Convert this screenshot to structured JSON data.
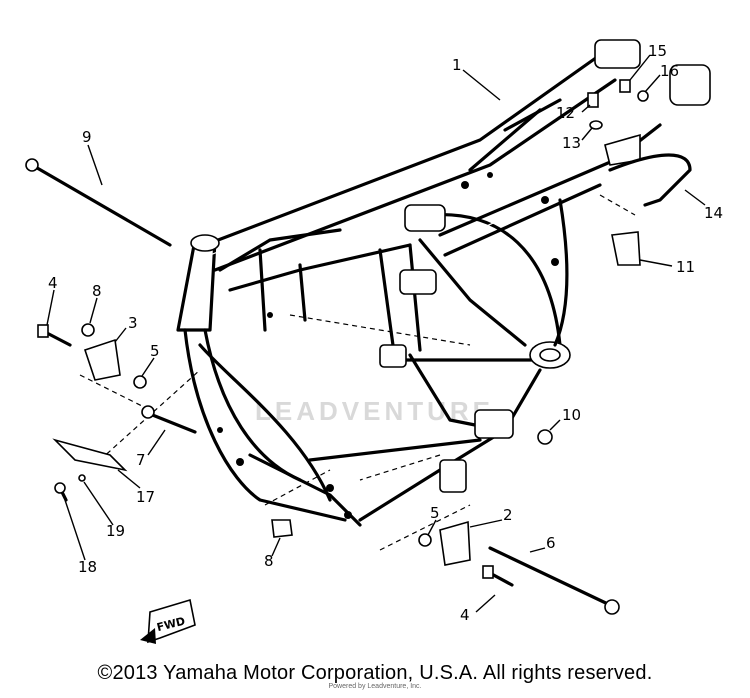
{
  "diagram": {
    "part_numbers": [
      "1",
      "2",
      "3",
      "4",
      "4",
      "5",
      "5",
      "6",
      "7",
      "8",
      "8",
      "9",
      "10",
      "11",
      "12",
      "13",
      "14",
      "15",
      "16",
      "17",
      "18",
      "19"
    ],
    "front_marker": "FWD",
    "watermark": "LEADVENTURE"
  },
  "footer": {
    "copyright": "©2013 Yamaha Motor Corporation, U.S.A. All rights reserved.",
    "credit": "Powered by Leadventure, Inc."
  }
}
